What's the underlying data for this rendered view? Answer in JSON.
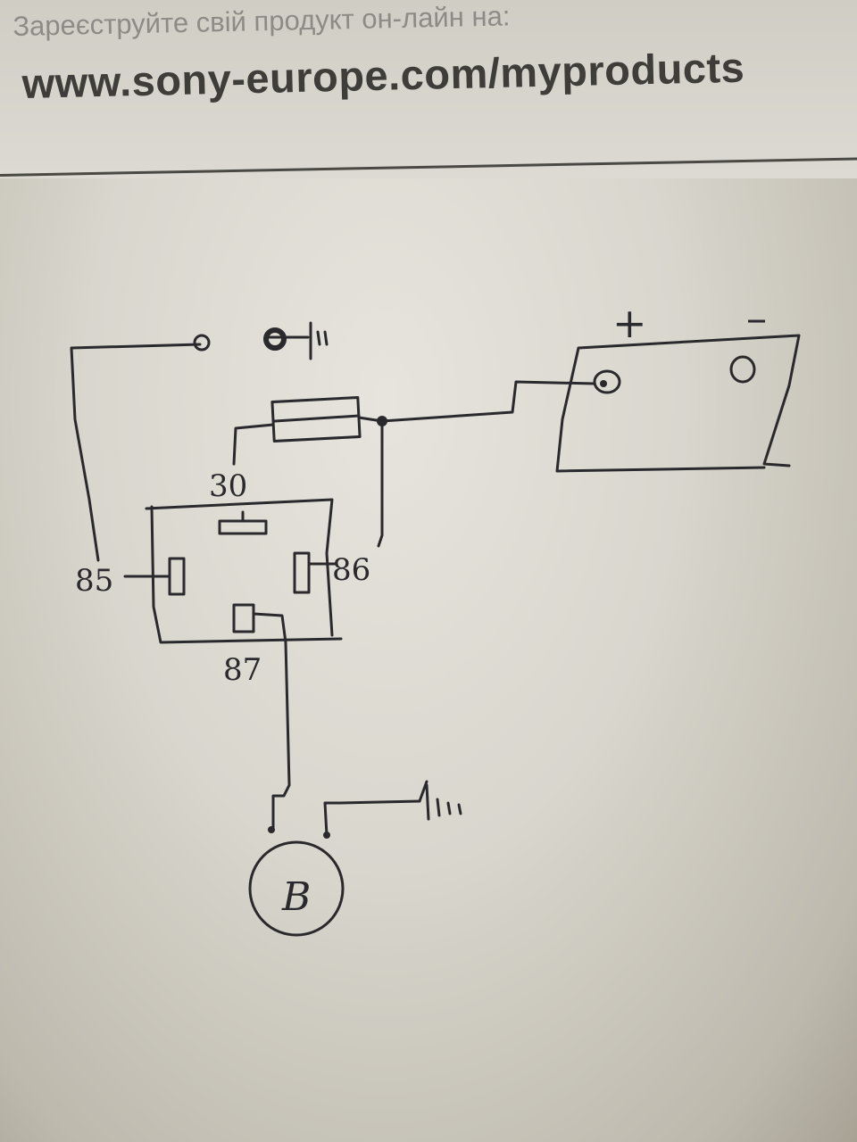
{
  "header": {
    "registration_text": "Зареєструйте свій продукт он-лайн на:",
    "url": "www.sony-europe.com/myproducts"
  },
  "diagram": {
    "battery": {
      "plus_label": "+",
      "minus_label": "–"
    },
    "relay": {
      "pin_30": "30",
      "pin_85": "85",
      "pin_86": "86",
      "pin_87": "87"
    },
    "motor_label": "B",
    "colors": {
      "ink": "#2a2a2e",
      "paper": "#dcdad2"
    }
  }
}
